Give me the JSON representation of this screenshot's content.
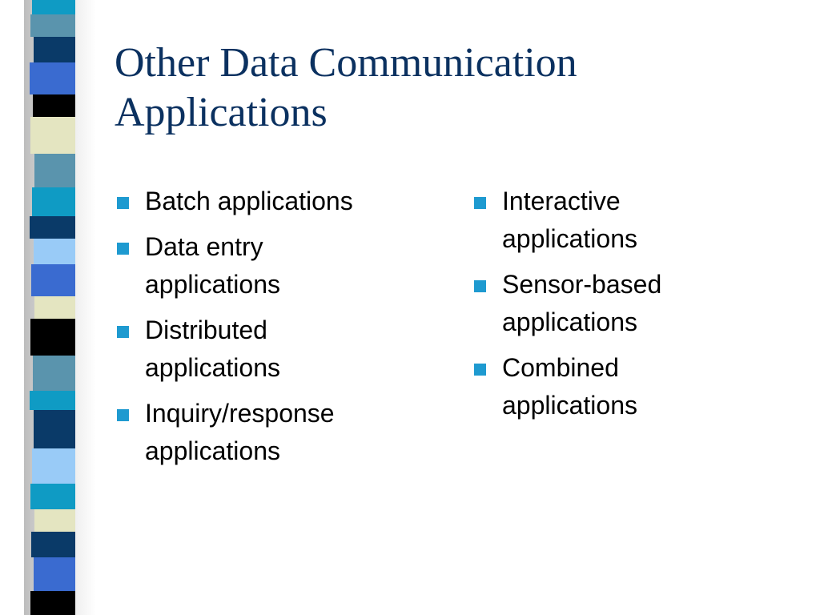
{
  "slide": {
    "title_line1": "Other Data Communication",
    "title_line2": "Applications",
    "left_items": [
      {
        "line1": "Batch applications",
        "line2": ""
      },
      {
        "line1": "Data entry",
        "line2": "applications"
      },
      {
        "line1": "Distributed",
        "line2": "applications"
      },
      {
        "line1": "Inquiry/response",
        "line2": "applications"
      }
    ],
    "right_items": [
      {
        "line1": "Interactive",
        "line2": "applications"
      },
      {
        "line1": "Sensor-based",
        "line2": "applications"
      },
      {
        "line1": "Combined",
        "line2": "applications"
      }
    ]
  },
  "colors": {
    "title": "#0b3160",
    "bullet": "#1e9ad0",
    "strip_navy": "#0a3a68",
    "strip_teal": "#0f9bc4",
    "strip_royal": "#3a6bd0",
    "strip_steel": "#5a94ad",
    "strip_light": "#99cbf7",
    "strip_cream": "#e4e5c1",
    "strip_black": "#000000"
  },
  "strip_segment_colors": [
    "strip_teal",
    "strip_steel",
    "strip_navy",
    "strip_royal",
    "strip_black",
    "strip_cream",
    "strip_steel",
    "strip_teal",
    "strip_navy",
    "strip_light",
    "strip_royal",
    "strip_cream",
    "strip_black",
    "strip_steel",
    "strip_teal",
    "strip_navy",
    "strip_light",
    "strip_teal",
    "strip_cream",
    "strip_navy",
    "strip_royal",
    "strip_black"
  ]
}
